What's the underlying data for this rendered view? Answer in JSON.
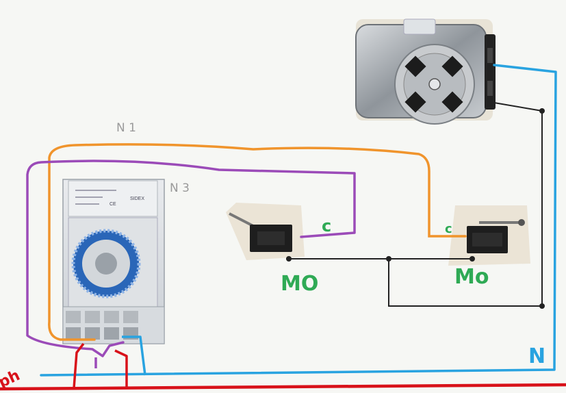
{
  "labels": {
    "wire_n1": "N 1",
    "wire_n3": "N 3",
    "switch1_common": "c",
    "switch1_no": "MO",
    "switch2_common": "c",
    "switch2_no": "Mo",
    "neutral": "N",
    "phase": "ph"
  },
  "timer_face": {
    "brand": "SIDEX",
    "ce_mark": "CE"
  },
  "colors": {
    "phase": "#d8121a",
    "neutral": "#29a3e0",
    "wire_n1": "#f0942c",
    "wire_n3": "#9b4bb8",
    "signal": "#222222",
    "label_green": "#2faa55",
    "switch_common_wire": "#9b4bb8"
  },
  "icons": [
    "timer-switch-icon",
    "micro-switch-icon",
    "motor-icon"
  ]
}
